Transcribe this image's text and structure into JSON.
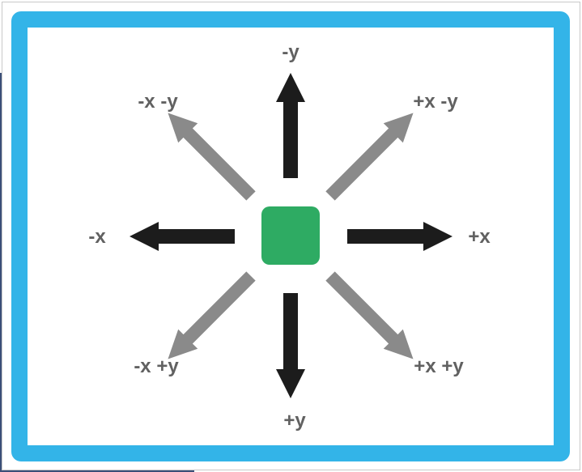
{
  "colors": {
    "frame": "#33b4e8",
    "center": "#2eab63",
    "axis_arrow": "#1c1c1c",
    "diagonal_arrow": "#8a8a8a",
    "label": "#616161"
  },
  "labels": {
    "up": "-y",
    "down": "+y",
    "left": "-x",
    "right": "+x",
    "up_left": "-x -y",
    "up_right": "+x -y",
    "down_left": "-x +y",
    "down_right": "+x +y"
  }
}
